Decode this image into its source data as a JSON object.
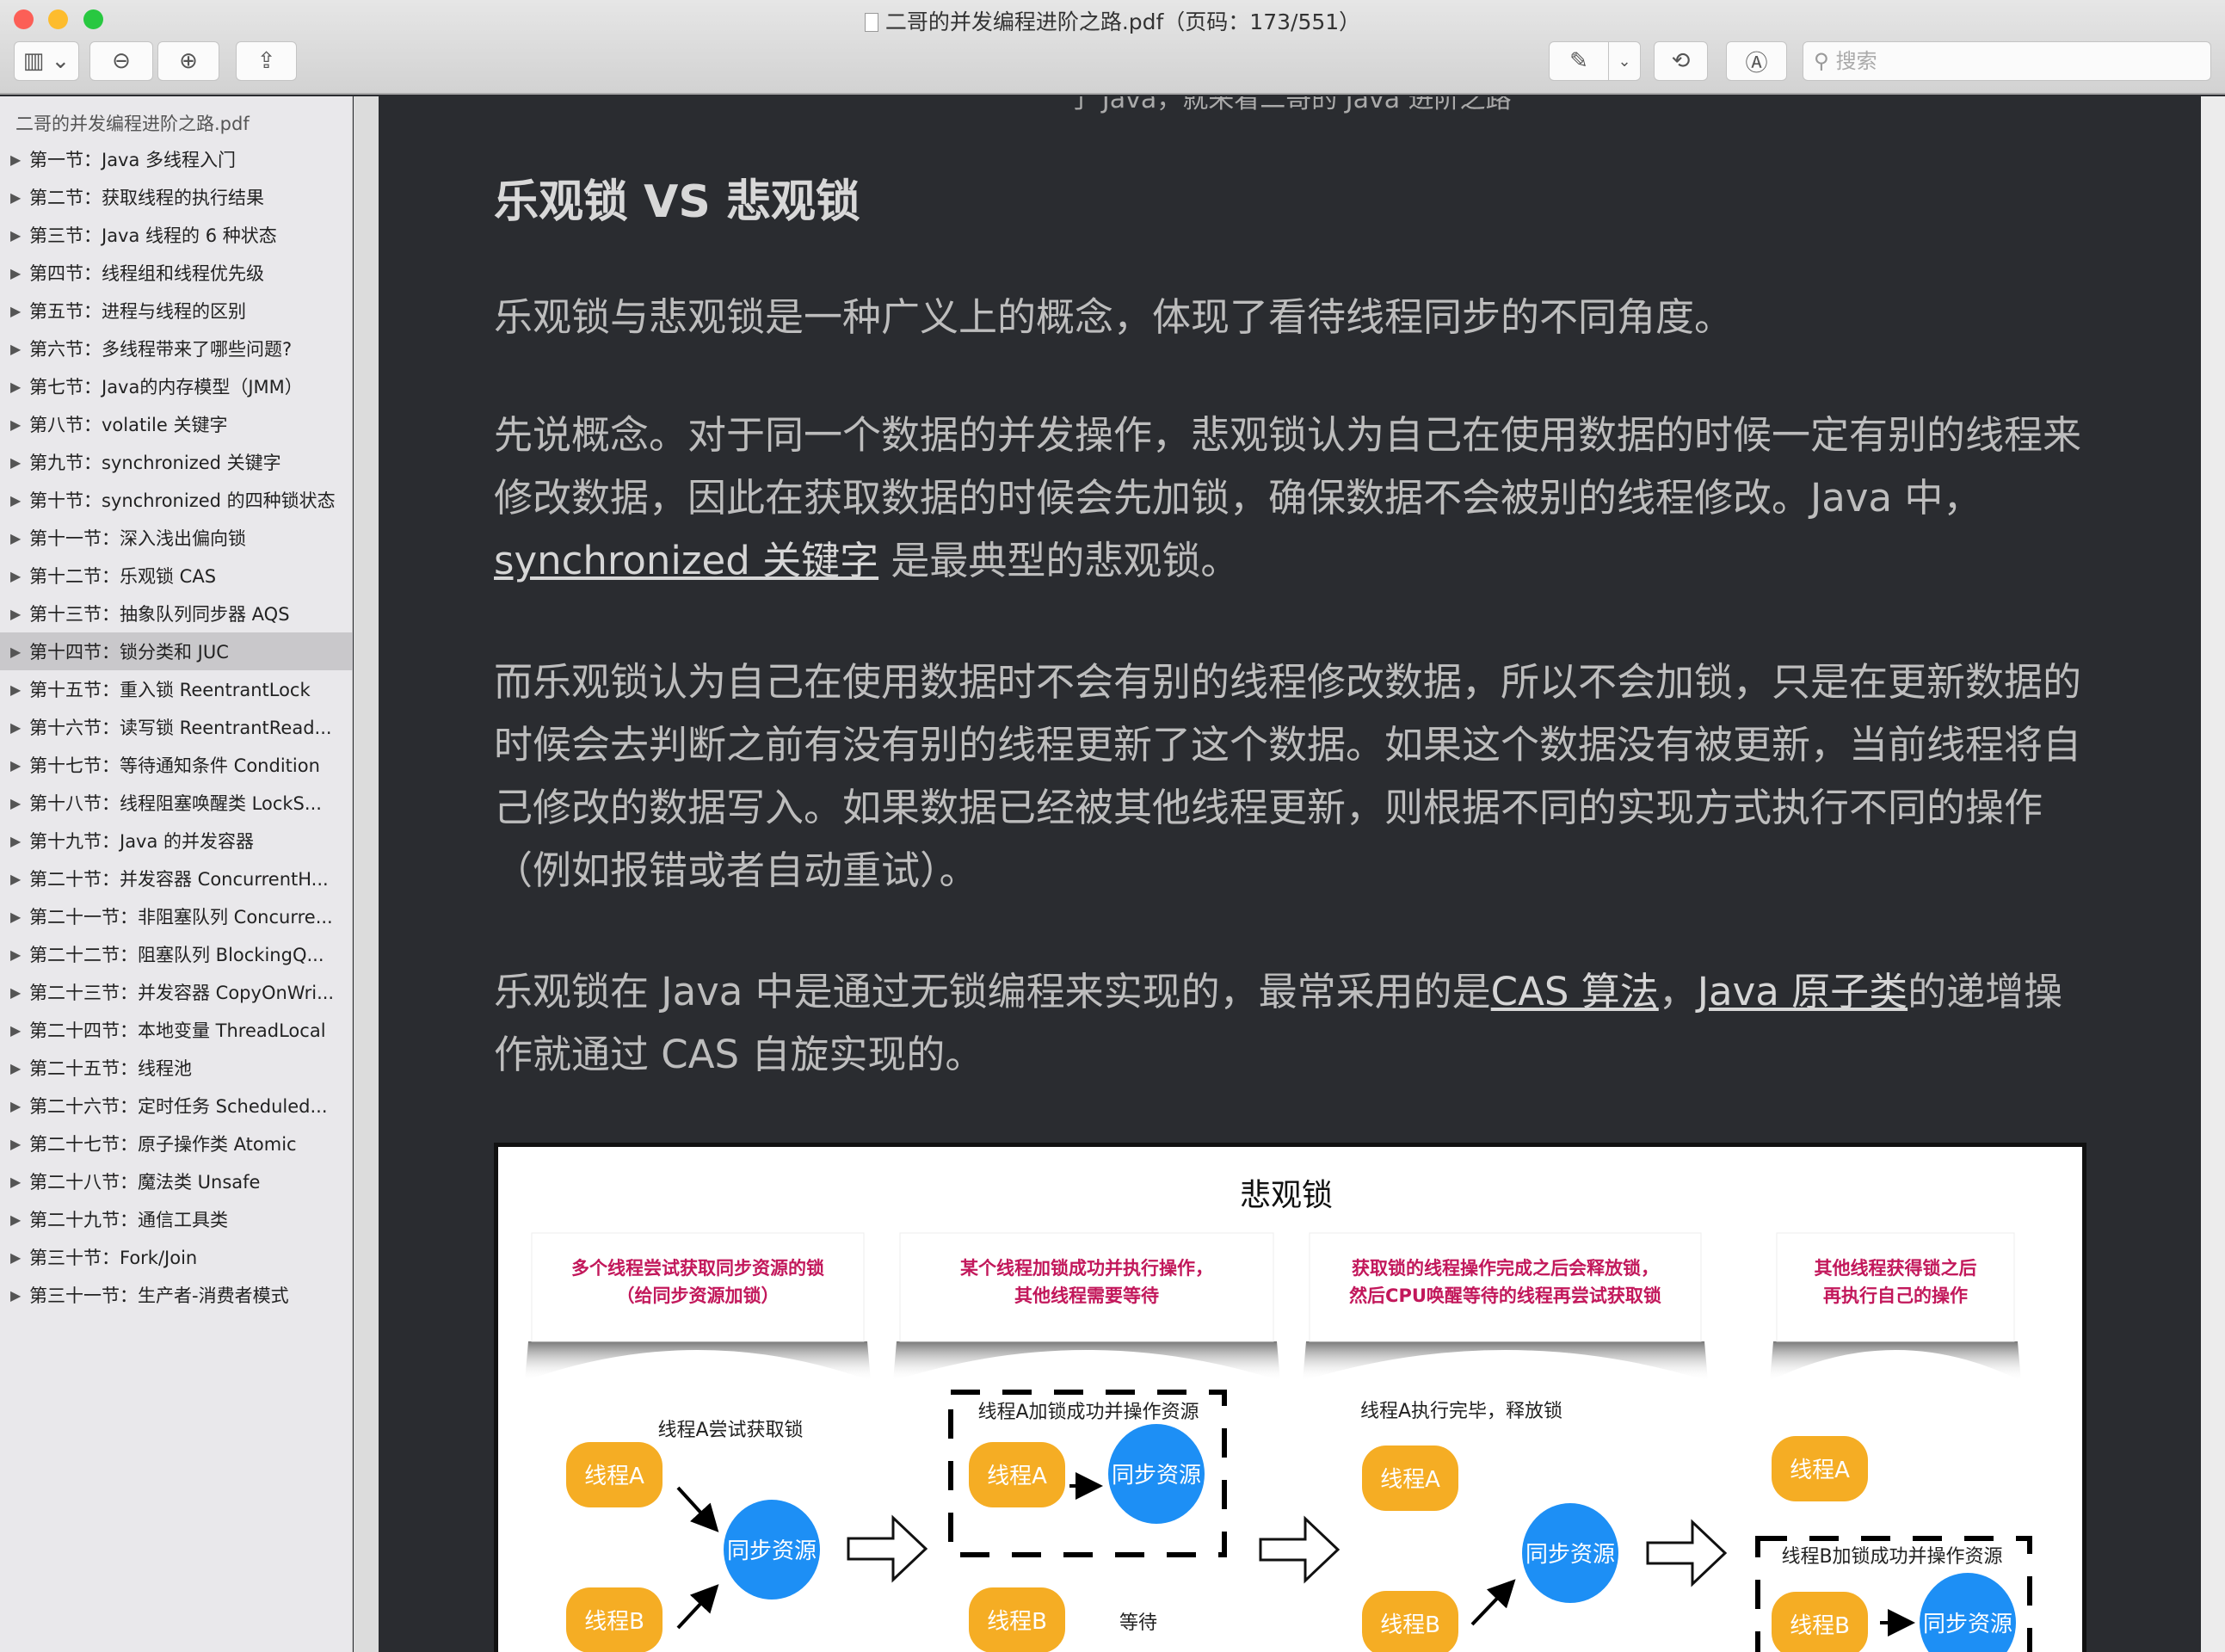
{
  "window": {
    "title": "二哥的并发编程进阶之路.pdf（页码：173/551）"
  },
  "toolbar": {
    "search_placeholder": "搜索",
    "icons": [
      "sidebar-toggle-icon",
      "zoom-out-icon",
      "zoom-in-icon",
      "share-icon",
      "markup-pen-icon",
      "chevron-down-icon",
      "rotate-icon",
      "annotate-icon",
      "search-icon"
    ]
  },
  "sidebar": {
    "filename": "二哥的并发编程进阶之路.pdf",
    "selected_index": 13,
    "items": [
      "第一节：Java 多线程入门",
      "第二节：获取线程的执行结果",
      "第三节：Java 线程的 6 种状态",
      "第四节：线程组和线程优先级",
      "第五节：进程与线程的区别",
      "第六节：多线程带来了哪些问题?",
      "第七节：Java的内存模型（JMM）",
      "第八节：volatile 关键字",
      "第九节：synchronized 关键字",
      "第十节：synchronized 的四种锁状态",
      "第十一节：深入浅出偏向锁",
      "第十二节：乐观锁 CAS",
      "第十三节：抽象队列同步器 AQS",
      "第十四节：锁分类和 JUC",
      "第十五节：重入锁 ReentrantLock",
      "第十六节：读写锁 ReentrantRead...",
      "第十七节：等待通知条件 Condition",
      "第十八节：线程阻塞唤醒类 LockS...",
      "第十九节：Java 的并发容器",
      "第二十节：并发容器 ConcurrentH...",
      "第二十一节：非阻塞队列 Concurre...",
      "第二十二节：阻塞队列 BlockingQ...",
      "第二十三节：并发容器 CopyOnWri...",
      "第二十四节：本地变量 ThreadLocal",
      "第二十五节：线程池",
      "第二十六节：定时任务 Scheduled...",
      "第二十七节：原子操作类 Atomic",
      "第二十八节：魔法类 Unsafe",
      "第二十九节：通信工具类",
      "第三十节：Fork/Join",
      "第三十一节：生产者-消费者模式"
    ]
  },
  "content": {
    "cut_line": "了 Java，就来看二哥的 Java 进阶之路",
    "heading": "乐观锁 VS 悲观锁",
    "p1": "乐观锁与悲观锁是一种广义上的概念，体现了看待线程同步的不同角度。",
    "p2a": "先说概念。对于同一个数据的并发操作，悲观锁认为自己在使用数据的时候一定有别的线程来修改数据，因此在获取数据的时候会先加锁，确保数据不会被别的线程修改。Java 中，",
    "p2_link": "synchronized 关键字",
    "p2b": " 是最典型的悲观锁。",
    "p3": "而乐观锁认为自己在使用数据时不会有别的线程修改数据，所以不会加锁，只是在更新数据的时候会去判断之前有没有别的线程更新了这个数据。如果这个数据没有被更新，当前线程将自己修改的数据写入。如果数据已经被其他线程更新，则根据不同的实现方式执行不同的操作（例如报错或者自动重试）。",
    "p4a": "乐观锁在 Java 中是通过无锁编程来实现的，最常采用的是",
    "p4_link1": "CAS 算法",
    "p4_sep": "，",
    "p4_link2": "Java 原子类",
    "p4b": "的递增操作就通过 CAS 自旋实现的。"
  },
  "diagram": {
    "title": "悲观锁",
    "colors": {
      "thread": "#f5ad24",
      "resource": "#1d8ff5",
      "caption": "#c2185b"
    },
    "cards": [
      [
        "多个线程尝试获取同步资源的锁",
        "（给同步资源加锁）"
      ],
      [
        "某个线程加锁成功并执行操作，",
        "其他线程需要等待"
      ],
      [
        "获取锁的线程操作完成之后会释放锁，",
        "然后CPU唤醒等待的线程再尝试获取锁"
      ],
      [
        "其他线程获得锁之后",
        "再执行自己的操作"
      ]
    ],
    "labels": {
      "s1": "线程A尝试获取锁",
      "s2": "线程A加锁成功并操作资源",
      "s3": "线程A执行完毕，释放锁",
      "s4": "线程B加锁成功并操作资源",
      "wait": "等待"
    },
    "thread_a": "线程A",
    "thread_b": "线程B",
    "resource": "同步资源"
  }
}
